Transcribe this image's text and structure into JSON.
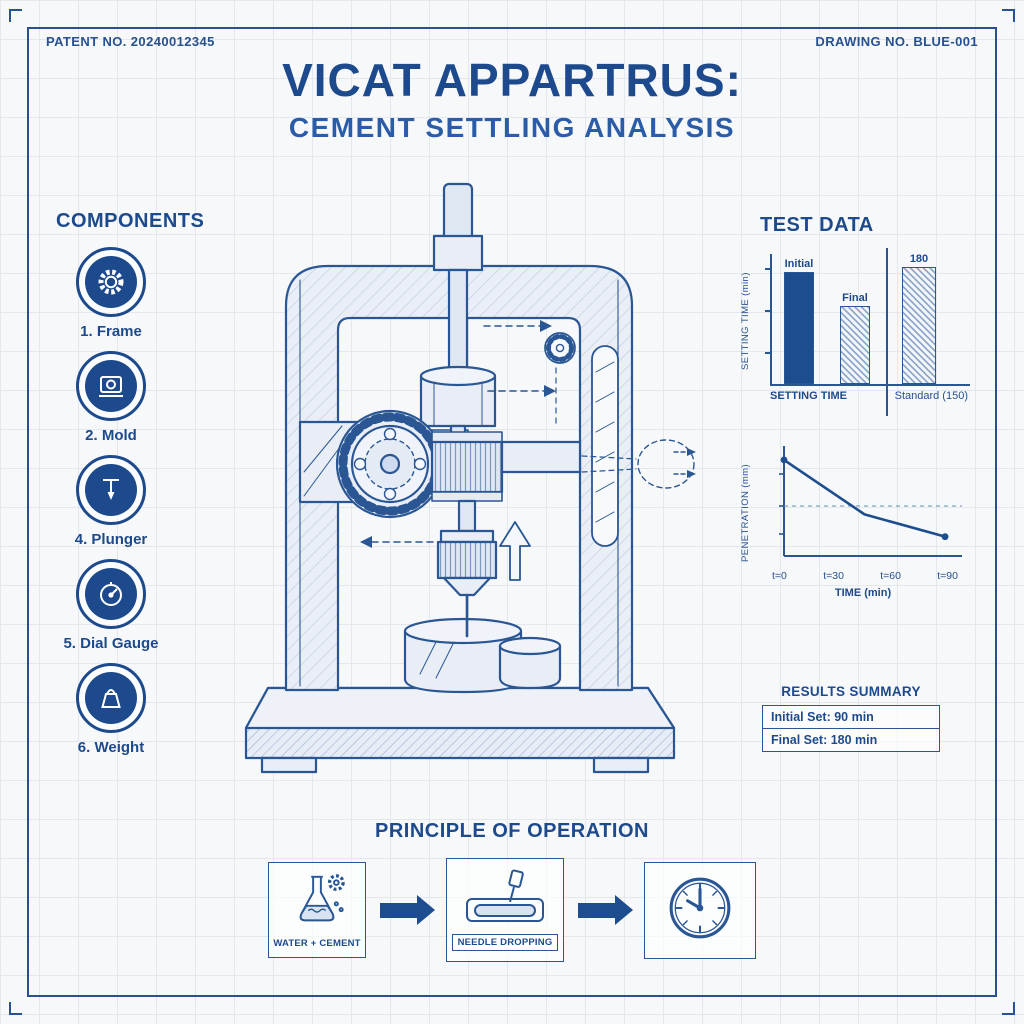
{
  "header": {
    "patent_no": "PATENT NO. 20240012345",
    "drawing_no": "DRAWING NO. BLUE-001",
    "title": "VICAT APPARTRUS:",
    "subtitle": "CEMENT SETTLING ANALYSIS"
  },
  "components": {
    "heading": "COMPONENTS",
    "items": [
      {
        "icon": "gear-icon",
        "label": "1. Frame"
      },
      {
        "icon": "mold-icon",
        "label": "2. Mold"
      },
      {
        "icon": "plunger-icon",
        "label": "4. Plunger"
      },
      {
        "icon": "dial-gauge-icon",
        "label": "5. Dial Gauge"
      },
      {
        "icon": "weight-icon",
        "label": "6. Weight"
      }
    ]
  },
  "test_data": {
    "heading": "TEST DATA",
    "results": {
      "heading": "RESULTS SUMMARY",
      "rows": [
        "Initial Set: 90 min",
        "Final Set: 180 min"
      ]
    }
  },
  "principle": {
    "heading": "PRINCIPLE OF OPERATION",
    "steps": [
      {
        "icon": "flask-icon",
        "label": "WATER + CEMENT"
      },
      {
        "icon": "needle-dropping-icon",
        "label": "NEEDLE DROPPING"
      },
      {
        "icon": "clock-icon",
        "label": ""
      }
    ]
  },
  "chart_data": [
    {
      "type": "bar",
      "title": "TEST DATA",
      "ylabel": "SETTING TIME (min)",
      "categories": [
        "Initial",
        "Final",
        "180"
      ],
      "values": [
        115,
        80,
        120
      ],
      "bar_styles": [
        "solid",
        "hatched",
        "hatched"
      ],
      "group_labels": [
        "SETTING TIME",
        "Standard (150)"
      ],
      "ylim": [
        0,
        125
      ],
      "legend": "none",
      "grid": false
    },
    {
      "type": "line",
      "ylabel": "PENETRATION (mm)",
      "xlabel": "TIME (min)",
      "x_ticks": [
        "t=0",
        "t=30",
        "t=60",
        "t=90"
      ],
      "x": [
        0,
        45,
        90
      ],
      "y": [
        38,
        16,
        7
      ],
      "xlim": [
        0,
        95
      ],
      "ylim": [
        0,
        42
      ],
      "reference_line": "dashed horizontal mid-scale",
      "grid": false
    }
  ]
}
